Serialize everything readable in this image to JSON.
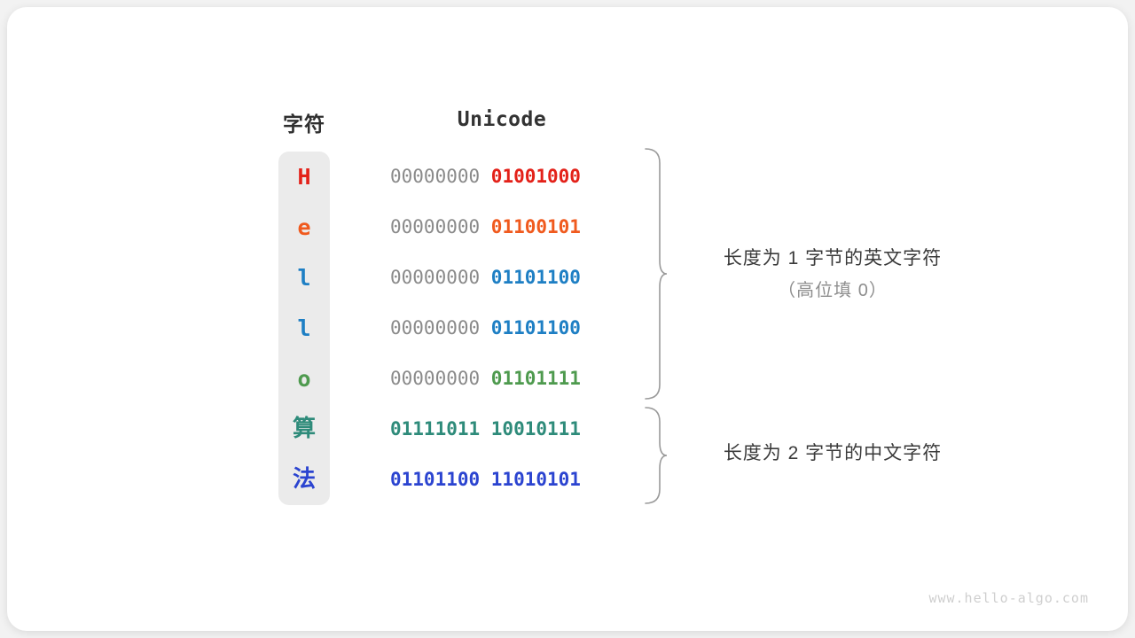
{
  "headers": {
    "char": "字符",
    "unicode": "Unicode"
  },
  "rows": [
    {
      "char": "H",
      "char_color": "#e32119",
      "high": "00000000 ",
      "low": "01001000",
      "low_color": "#e32119"
    },
    {
      "char": "e",
      "char_color": "#f05a1e",
      "high": "00000000 ",
      "low": "01100101",
      "low_color": "#f05a1e"
    },
    {
      "char": "l",
      "char_color": "#1e7fc4",
      "high": "00000000 ",
      "low": "01101100",
      "low_color": "#1e7fc4"
    },
    {
      "char": "l",
      "char_color": "#1e7fc4",
      "high": "00000000 ",
      "low": "01101100",
      "low_color": "#1e7fc4"
    },
    {
      "char": "o",
      "char_color": "#4e9a4e",
      "high": "00000000 ",
      "low": "01101111",
      "low_color": "#4e9a4e"
    },
    {
      "char": "算",
      "char_color": "#2e8b7a",
      "high": "",
      "low": "01111011 10010111",
      "low_color": "#2e8b7a"
    },
    {
      "char": "法",
      "char_color": "#2b44d0",
      "high": "",
      "low": "01101100 11010101",
      "low_color": "#2b44d0"
    }
  ],
  "annotations": [
    {
      "main": "长度为 1 字节的英文字符",
      "sub": "（高位填 0）"
    },
    {
      "main": "长度为 2 字节的中文字符",
      "sub": ""
    }
  ],
  "watermark": "www.hello-algo.com",
  "colors": {
    "panel_bg": "#ebebeb",
    "card_bg": "#ffffff",
    "page_bg": "#f2f2f2",
    "high_bits": "#8a8a8a",
    "brace": "#9a9a9a",
    "annotation_text": "#3a3a3a",
    "annotation_sub": "#8e8e8e",
    "watermark": "#cfcfcf"
  }
}
